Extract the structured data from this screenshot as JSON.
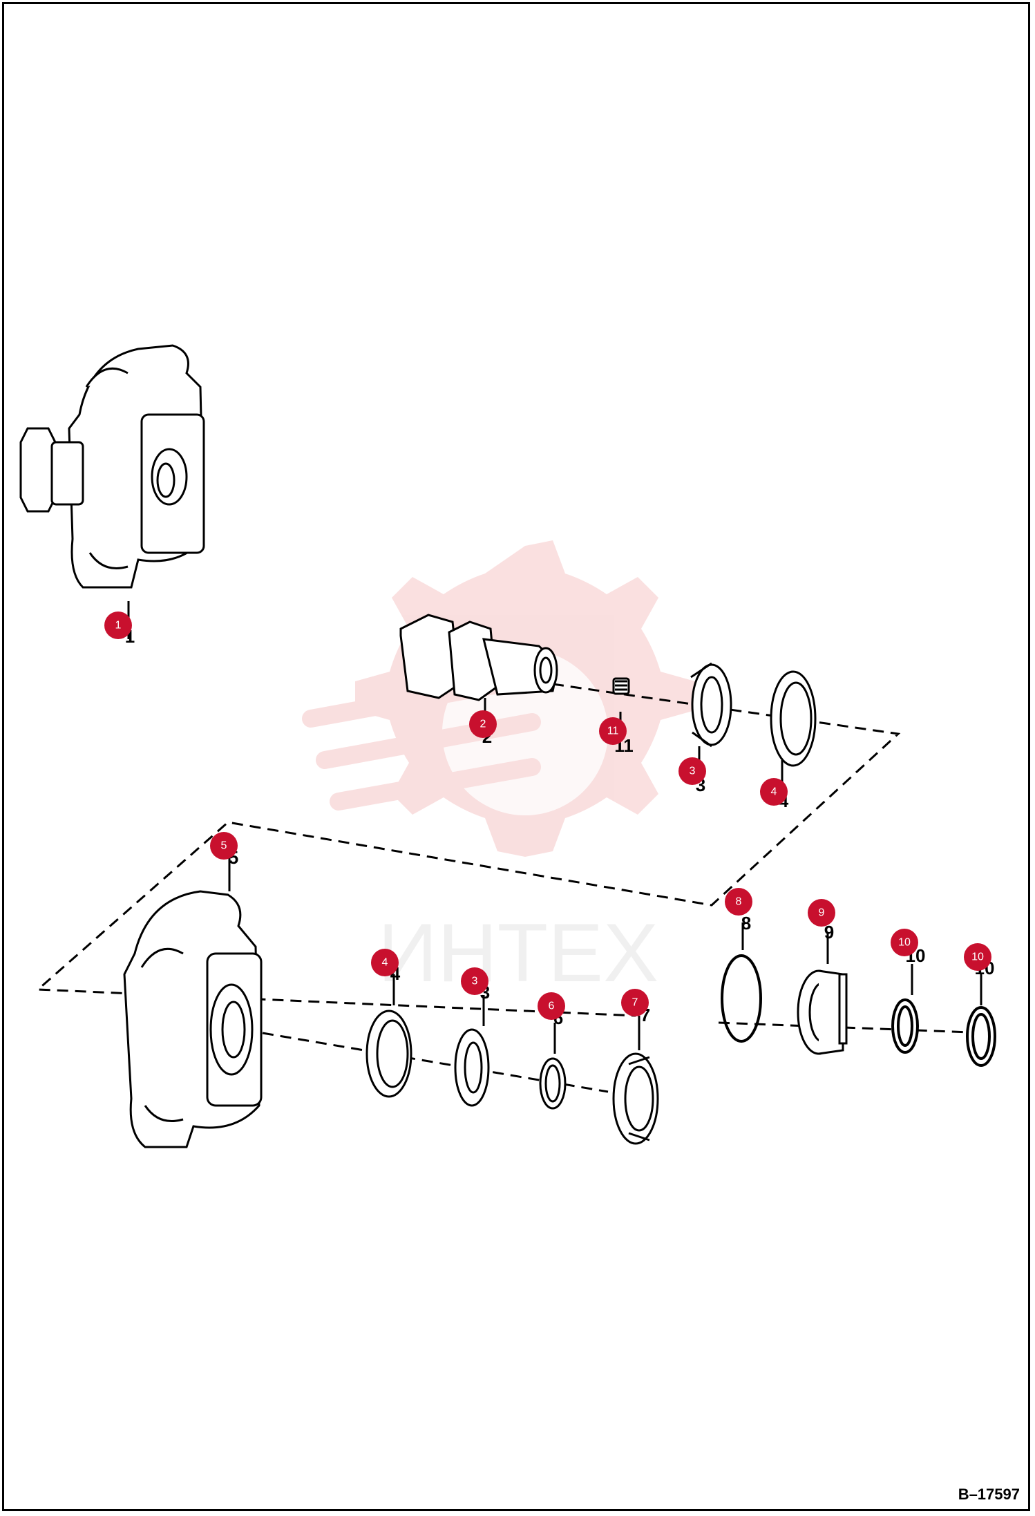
{
  "diagram": {
    "reference_code": "B–17597",
    "watermark_text": "ИНТЕХ",
    "callout_color": "#c8102e",
    "watermark_color": "#f5c6c6",
    "callouts": [
      {
        "label": "1"
      },
      {
        "label": "2"
      },
      {
        "label": "11"
      },
      {
        "label": "3"
      },
      {
        "label": "4"
      },
      {
        "label": "5"
      },
      {
        "label": "8"
      },
      {
        "label": "9"
      },
      {
        "label": "10"
      },
      {
        "label": "10"
      },
      {
        "label": "4"
      },
      {
        "label": "3"
      },
      {
        "label": "6"
      },
      {
        "label": "7"
      }
    ]
  }
}
